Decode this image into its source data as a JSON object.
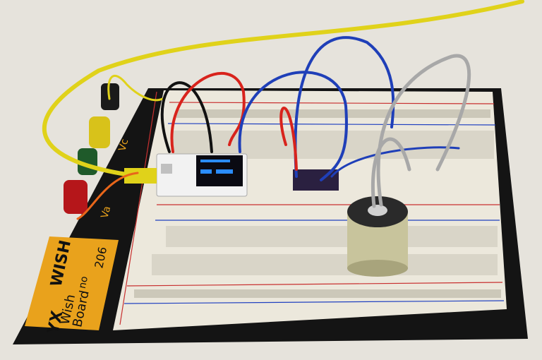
{
  "board": {
    "brand": "WISH",
    "model_line1": "Wish",
    "model_line2": "Board",
    "number_prefix": "no",
    "number": "206",
    "terminal_vc": "Vc",
    "terminal_va": "Va"
  },
  "colors": {
    "background": "#e6e3dc",
    "base": "#141414",
    "breadboard": "#ece8dc",
    "label_plate": "#e9a21c",
    "wire_yellow": "#e0d21a",
    "wire_red": "#d8231c",
    "wire_blue": "#1f3fb8",
    "wire_black": "#111111",
    "wire_gray": "#a8a8a8",
    "wire_orange": "#e8661a",
    "oled_text": "#2a8cff"
  }
}
